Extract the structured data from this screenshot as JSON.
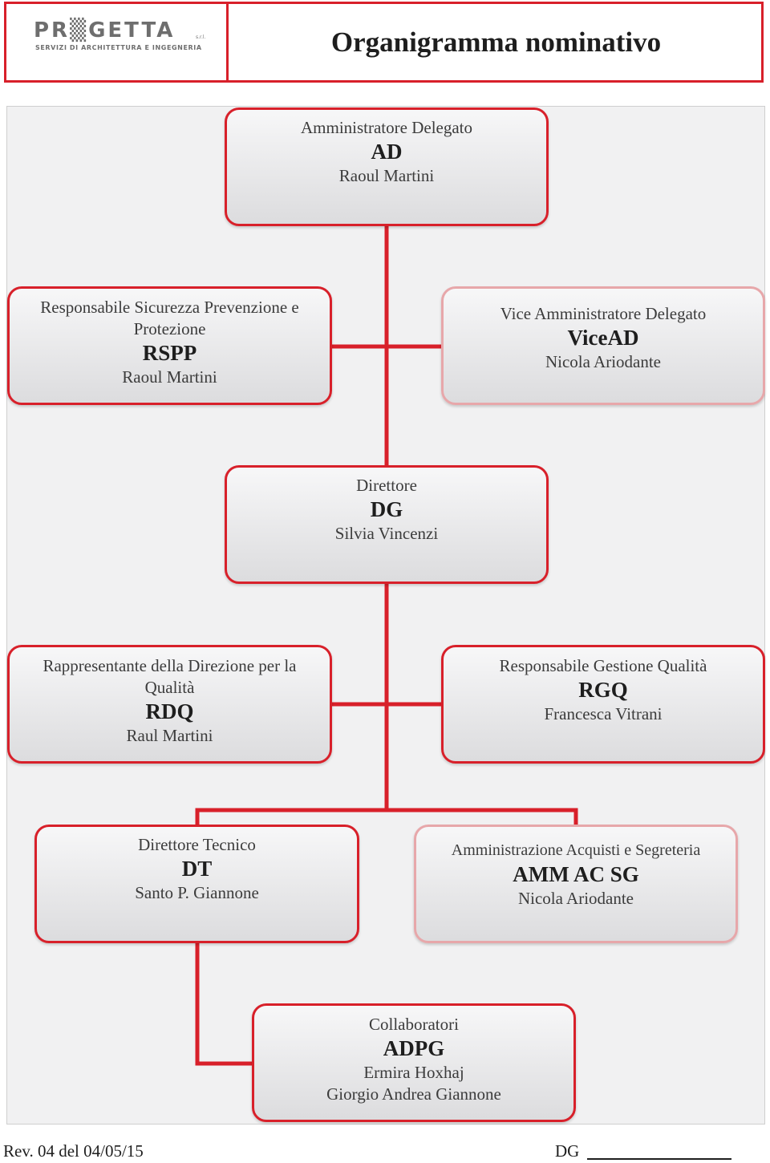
{
  "header": {
    "logo_name": "PR▒GETTA",
    "logo_suffix": "s.r.l.",
    "logo_tagline": "SERVIZI DI ARCHITETTURA E INGEGNERIA",
    "title": "Organigramma nominativo"
  },
  "colors": {
    "accent": "#d8202a",
    "box_fill": "#e6e6e8",
    "panel": "#f1f1f2"
  },
  "nodes": {
    "ad": {
      "role": "Amministratore Delegato",
      "abbr": "AD",
      "person": "Raoul Martini"
    },
    "rspp": {
      "role": "Responsabile Sicurezza Prevenzione e Protezione",
      "abbr": "RSPP",
      "person": "Raoul Martini"
    },
    "vicead": {
      "role": "Vice Amministratore Delegato",
      "abbr": "ViceAD",
      "person": "Nicola Ariodante"
    },
    "dg": {
      "role": "Direttore",
      "abbr": "DG",
      "person": "Silvia Vincenzi"
    },
    "rdq": {
      "role": "Rappresentante della Direzione per la Qualità",
      "abbr": "RDQ",
      "person": "Raul Martini"
    },
    "rgq": {
      "role": "Responsabile Gestione Qualità",
      "abbr": "RGQ",
      "person": "Francesca Vitrani"
    },
    "dt": {
      "role": "Direttore Tecnico",
      "abbr": "DT",
      "person": "Santo P. Giannone"
    },
    "amm": {
      "role": "Amministrazione Acquisti e Segreteria",
      "abbr": "AMM AC SG",
      "person": "Nicola Ariodante"
    },
    "adpg": {
      "role": "Collaboratori",
      "abbr": "ADPG",
      "persons": [
        "Ermira Hoxhaj",
        "Giorgio Andrea Giannone"
      ]
    }
  },
  "footer": {
    "revision": "Rev. 04 del 04/05/15",
    "signature_label": "DG"
  }
}
